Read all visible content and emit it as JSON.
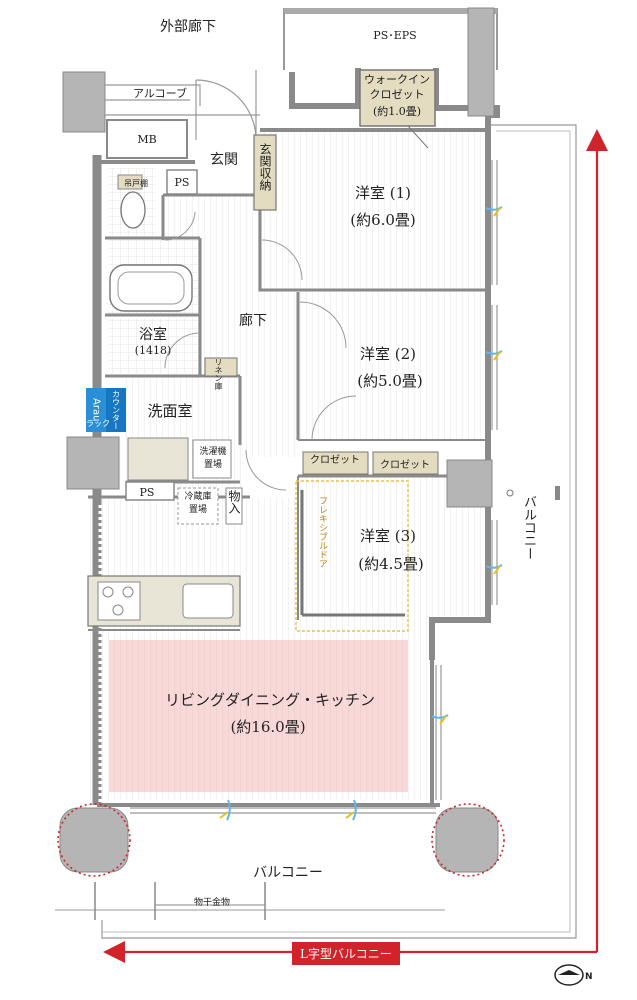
{
  "labels": {
    "outer_corridor": "外部廊下",
    "ps_eps": "PS･EPS",
    "alcove": "アルコーブ",
    "mb": "MB",
    "ps_top": "PS",
    "ps_bottom": "PS",
    "genkan": "玄関",
    "genkan_storage": "玄関収納",
    "walkin_closet": [
      "ウォークイン",
      "クロゼット",
      "(約1.0畳)"
    ],
    "toilet_cabinet": "吊戸棚",
    "western1": [
      "洋室 (1)",
      "(約6.0畳)"
    ],
    "western2": [
      "洋室 (2)",
      "(約5.0畳)"
    ],
    "western3": [
      "洋室 (3)",
      "(約4.5畳)"
    ],
    "hallway": "廊下",
    "bathroom": [
      "浴室",
      "(1418)"
    ],
    "linen": "リネン庫",
    "washroom": "洗面室",
    "arau": "Arau",
    "counter": "カウンター",
    "rack": "ラック",
    "laundry_space": [
      "洗濯機",
      "置場"
    ],
    "fridge_space": [
      "冷蔵庫",
      "置場"
    ],
    "storage": "物入",
    "closet1": "クロゼット",
    "closet2": "クロゼット",
    "flexible_door": "フレキシブルドア",
    "ldk": [
      "リビングダイニング・キッチン",
      "(約16.0畳)"
    ],
    "balcony_bottom": "バルコニー",
    "balcony_right": "バルコニー",
    "drying_hardware": "物干金物",
    "l_balcony": "L字型バルコニー"
  },
  "colors": {
    "ldk_fill": "#f7d9d9",
    "accent_red": "#d2232a",
    "arau_blue": "#1776c1",
    "closet_fill": "#e3dcc0",
    "wall": "#9a9a9a",
    "flexi_door": "#e8c24a"
  },
  "icons": [
    "north-compass-icon",
    "arrow-up-icon",
    "arrow-left-icon",
    "air-vent-icon"
  ]
}
